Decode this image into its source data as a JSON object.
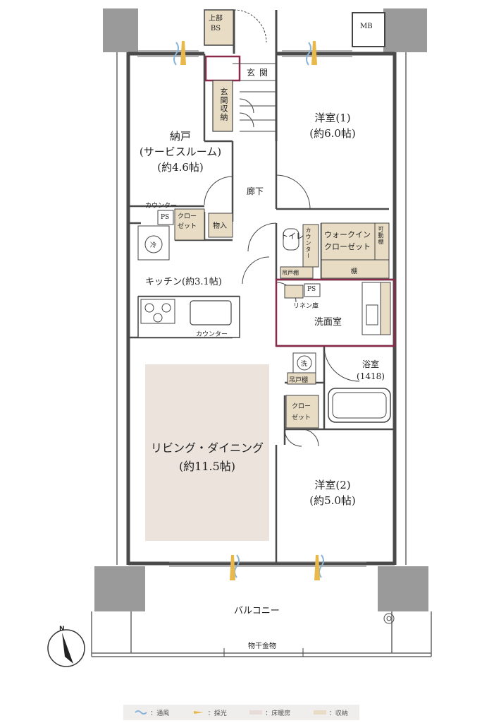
{
  "rooms": {
    "western1_name": "洋室(1)",
    "western1_size": "(約6.0帖)",
    "nando_name": "納戸",
    "nando_sub": "(サービスルーム)",
    "nando_size": "(約4.6帖)",
    "kitchen": "キッチン(約3.1帖)",
    "living_name": "リビング・ダイニング",
    "living_size": "(約11.5帖)",
    "western2_name": "洋室(2)",
    "western2_size": "(約5.0帖)",
    "bath_name": "浴室",
    "bath_size": "(1418)",
    "washroom": "洗面室",
    "toilet": "トイレ",
    "walkin_line1": "ウォークイン",
    "walkin_line2": "クローゼット",
    "corridor": "廊下",
    "entrance": "玄関",
    "balcony": "バルコニー"
  },
  "fixtures": {
    "upper_bs_line1": "上部",
    "upper_bs_line2": "BS",
    "mb": "MB",
    "entrance_storage": "玄関収納",
    "counter_small": "カウンター",
    "ps": "PS",
    "closet_line1": "クロー",
    "closet_line2": "ゼット",
    "storage": "物入",
    "fridge": "冷",
    "counter": "カウンター",
    "toilet_counter": "カウンター",
    "hanging_shelf": "吊戸棚",
    "shelf": "棚",
    "movable_shelf": "可動棚",
    "linen": "リネン庫",
    "washer": "洗",
    "drying": "物干金物",
    "north": "N"
  },
  "legend": {
    "items": [
      {
        "label": "：通風",
        "color": "#8ab4d8"
      },
      {
        "label": "：採光",
        "color": "#e8b84a"
      },
      {
        "label": "：床暖房",
        "color": "#e8dcd8"
      },
      {
        "label": "：収納",
        "color": "#e8dcc4"
      }
    ]
  },
  "colors": {
    "wall": "#4a4a4a",
    "column": "#9a9a9a",
    "floor_heating": "#ece3dd",
    "storage": "#e8dcc4",
    "highlight": "#8a2a4a"
  }
}
